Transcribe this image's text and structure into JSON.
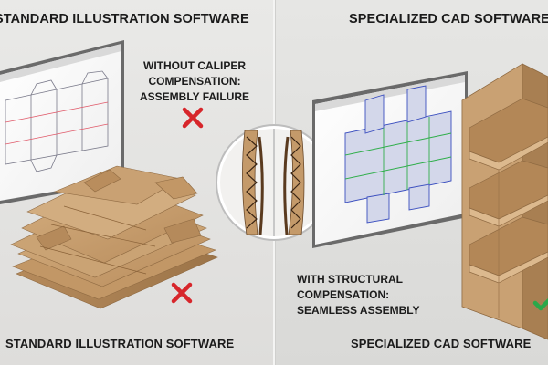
{
  "left": {
    "title": "STANDARD ILLUSTRATION SOFTWARE",
    "caption_lines": [
      "WITHOUT CALIPER",
      "COMPENSATION:",
      "ASSEMBLY FAILURE"
    ],
    "footer": "STANDARD ILLUSTRATION SOFTWARE"
  },
  "right": {
    "title": "SPECIALIZED CAD SOFTWARE",
    "caption_lines": [
      "WITH STRUCTURAL",
      "COMPENSATION:",
      "SEAMLESS ASSEMBLY"
    ],
    "footer": "SPECIALIZED CAD SOFTWARE"
  },
  "icons": {
    "fail_mark": "cross-icon",
    "success_mark": "checkmark-icon"
  },
  "colors": {
    "fail": "#d7262b",
    "success": "#2aa84a",
    "cardboard": "#c9a173"
  }
}
